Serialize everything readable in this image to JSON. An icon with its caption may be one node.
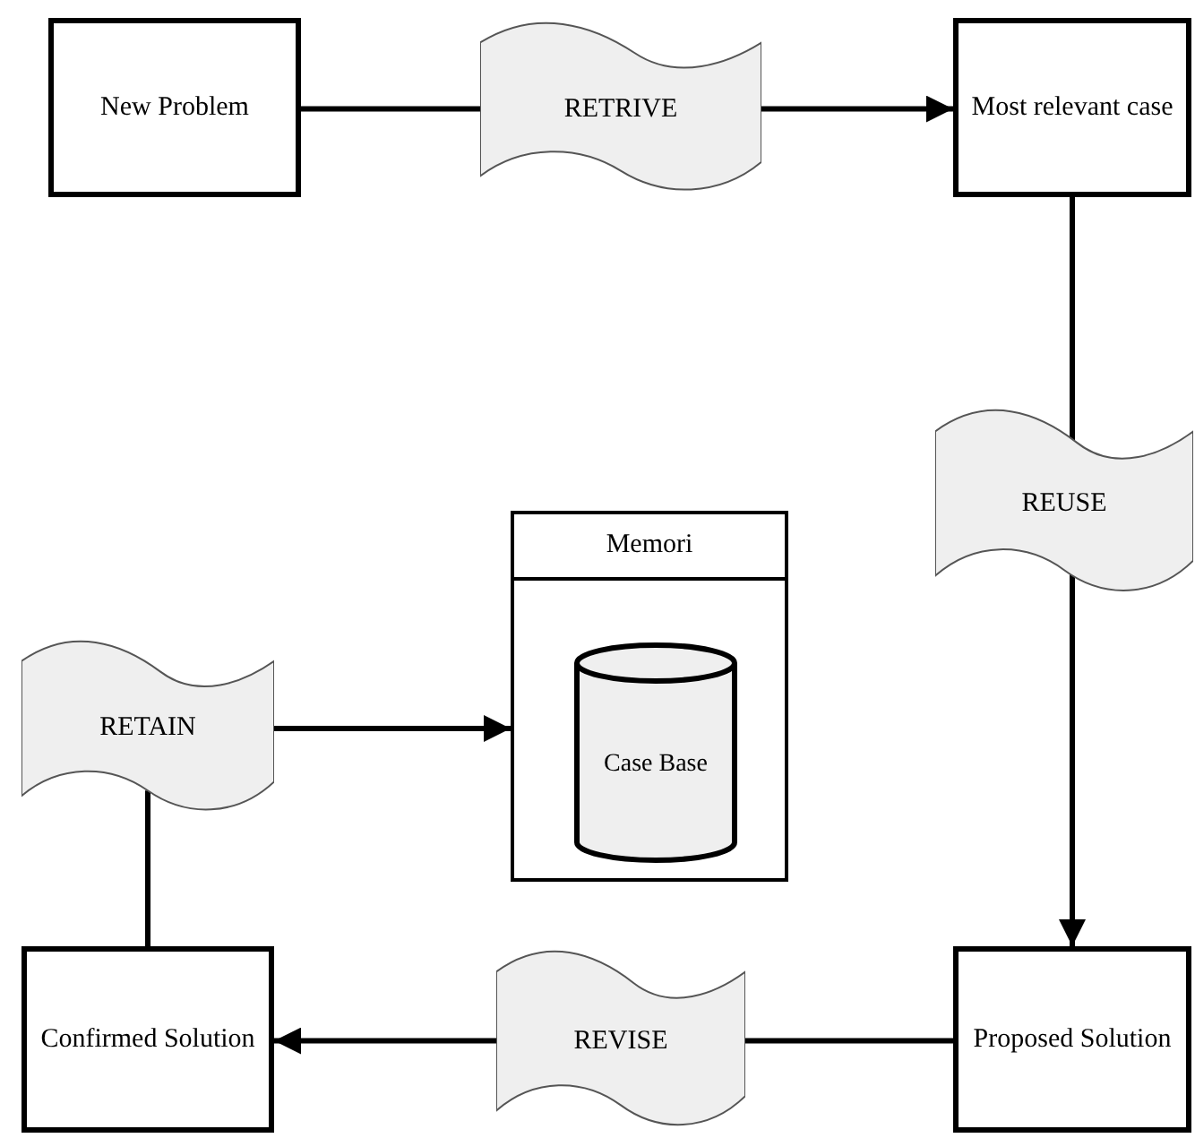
{
  "diagram": {
    "nodes": [
      {
        "text": [
          "New Problem"
        ]
      },
      {
        "text": [
          "RETRIVE"
        ]
      },
      {
        "text": [
          "Most relevant case"
        ]
      },
      {
        "text": [
          "REUSE"
        ]
      },
      {
        "text": [
          "Memori"
        ]
      },
      {
        "text": [
          "Case Base"
        ],
        "in": 4
      },
      {
        "text": [
          "RETAIN"
        ]
      },
      {
        "text": [
          "Confirmed Solution"
        ]
      },
      {
        "text": [
          "REVISE"
        ]
      },
      {
        "text": [
          "Proposed Solution"
        ]
      }
    ],
    "edges": [
      {
        "from": 0,
        "to": 1,
        "arrow": "none"
      },
      {
        "from": 1,
        "to": 2,
        "arrow": "to"
      },
      {
        "from": 2,
        "to": 3,
        "arrow": "none"
      },
      {
        "from": 3,
        "to": 9,
        "arrow": "to"
      },
      {
        "from": 9,
        "to": 8,
        "arrow": "none"
      },
      {
        "from": 8,
        "to": 7,
        "arrow": "to"
      },
      {
        "from": 7,
        "to": 6,
        "arrow": "none"
      },
      {
        "from": 6,
        "to": 4,
        "arrow": "to"
      }
    ]
  }
}
